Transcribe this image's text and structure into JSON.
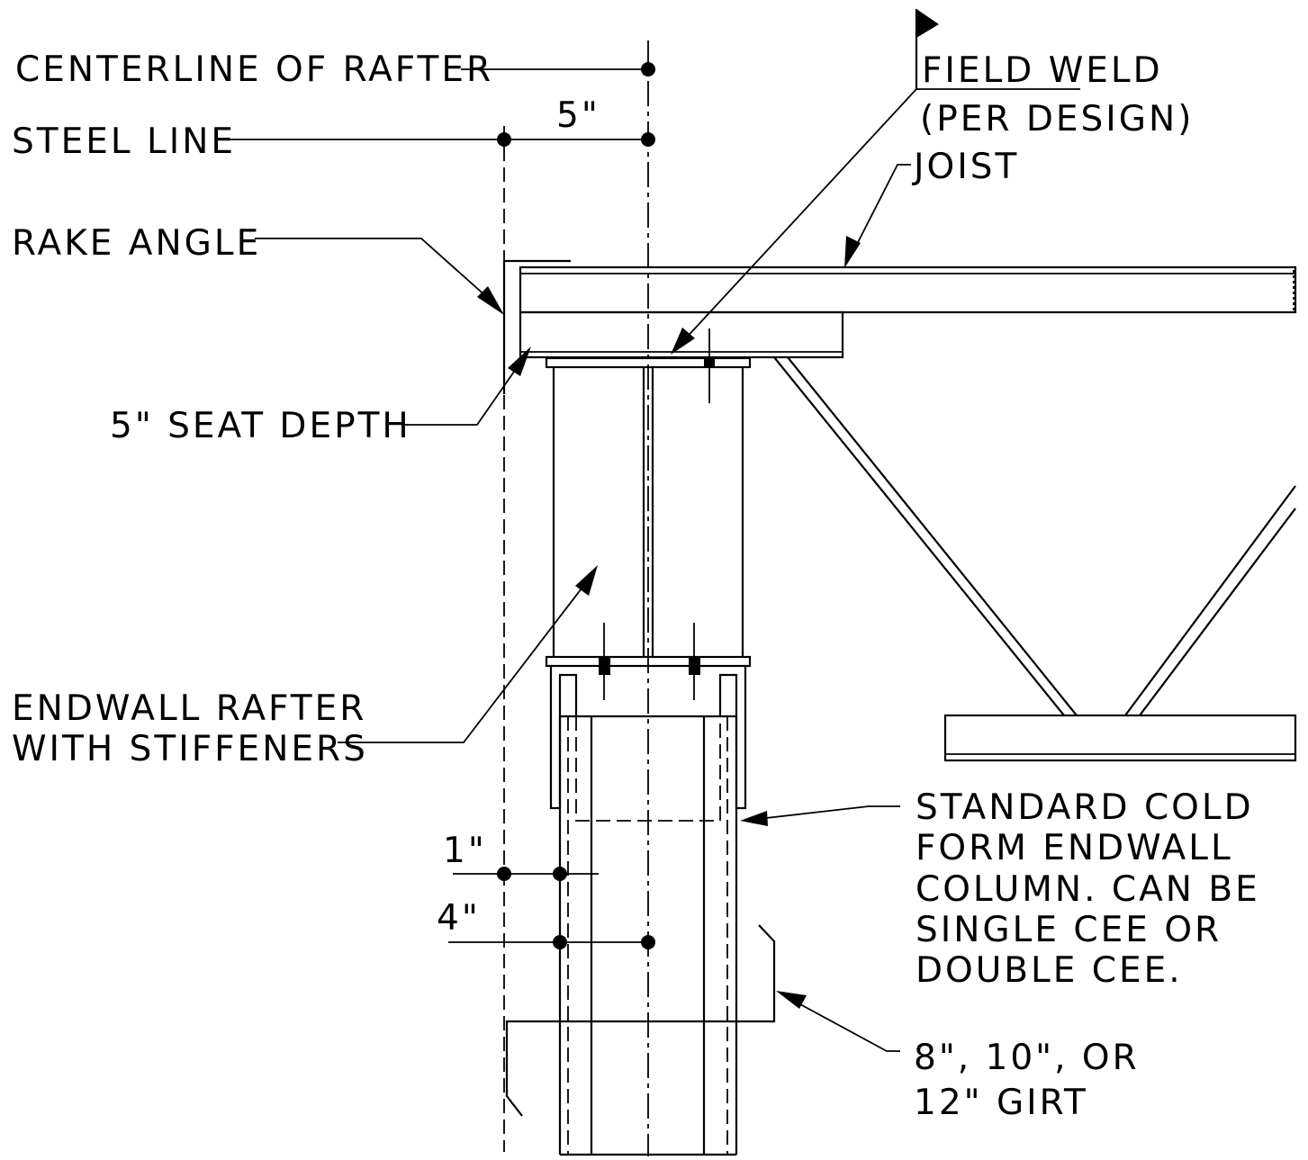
{
  "labels": {
    "centerline_of_rafter": "CENTERLINE OF RAFTER",
    "steel_line": "STEEL LINE",
    "dim_steel_to_centerline": "5\"",
    "rake_angle": "RAKE ANGLE",
    "seat_depth": "5\" SEAT DEPTH",
    "field_weld_line1": "FIELD WELD",
    "field_weld_line2": "(PER DESIGN)",
    "joist": "JOIST",
    "endwall_rafter_line1": "ENDWALL RAFTER",
    "endwall_rafter_line2": "WITH STIFFENERS",
    "dim_1in": "1\"",
    "dim_4in": "4\"",
    "column_line1": "STANDARD COLD",
    "column_line2": "FORM ENDWALL",
    "column_line3": "COLUMN. CAN BE",
    "column_line4": "SINGLE CEE OR",
    "column_line5": "DOUBLE CEE.",
    "girt_line1": "8\", 10\", OR",
    "girt_line2": "12\" GIRT"
  }
}
